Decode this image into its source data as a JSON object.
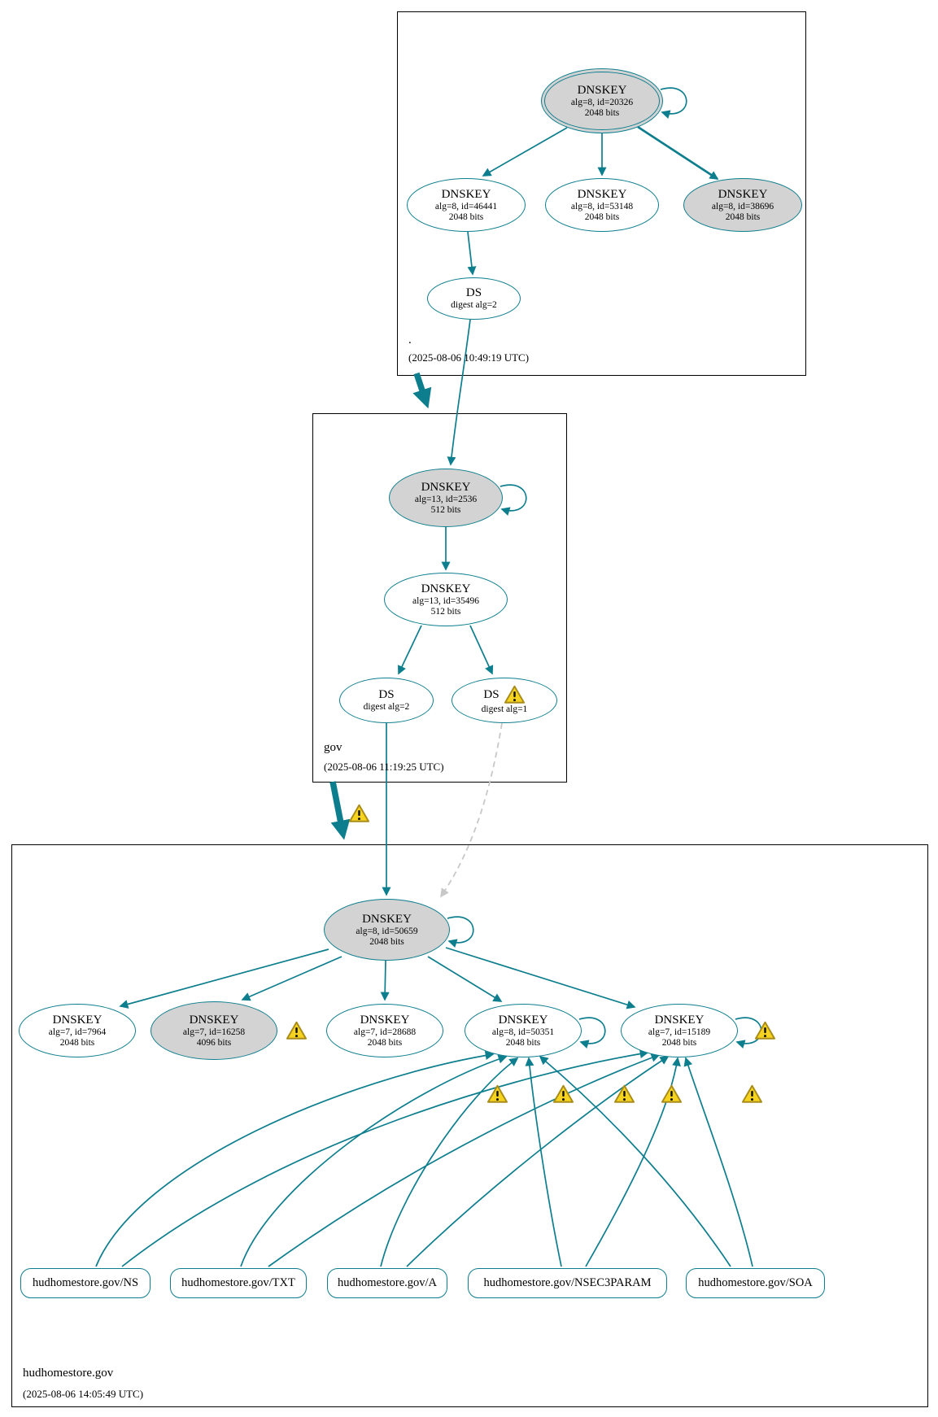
{
  "zones": {
    "root": {
      "label": ".",
      "timestamp": "(2025-08-06 10:49:19 UTC)"
    },
    "gov": {
      "label": "gov",
      "timestamp": "(2025-08-06 11:19:25 UTC)"
    },
    "hud": {
      "label": "hudhomestore.gov",
      "timestamp": "(2025-08-06 14:05:49 UTC)"
    }
  },
  "nodes": {
    "root_ksk": {
      "title": "DNSKEY",
      "line1": "alg=8, id=20326",
      "line2": "2048 bits"
    },
    "root_key_46441": {
      "title": "DNSKEY",
      "line1": "alg=8, id=46441",
      "line2": "2048 bits"
    },
    "root_key_53148": {
      "title": "DNSKEY",
      "line1": "alg=8, id=53148",
      "line2": "2048 bits"
    },
    "root_key_38696": {
      "title": "DNSKEY",
      "line1": "alg=8, id=38696",
      "line2": "2048 bits"
    },
    "root_ds": {
      "title": "DS",
      "line1": "digest alg=2"
    },
    "gov_ksk": {
      "title": "DNSKEY",
      "line1": "alg=13, id=2536",
      "line2": "512 bits"
    },
    "gov_zsk": {
      "title": "DNSKEY",
      "line1": "alg=13, id=35496",
      "line2": "512 bits"
    },
    "gov_ds_alg2": {
      "title": "DS",
      "line1": "digest alg=2"
    },
    "gov_ds_alg1": {
      "title": "DS",
      "line1": "digest alg=1"
    },
    "hud_ksk": {
      "title": "DNSKEY",
      "line1": "alg=8, id=50659",
      "line2": "2048 bits"
    },
    "hud_key_7964": {
      "title": "DNSKEY",
      "line1": "alg=7, id=7964",
      "line2": "2048 bits"
    },
    "hud_key_16258": {
      "title": "DNSKEY",
      "line1": "alg=7, id=16258",
      "line2": "4096 bits"
    },
    "hud_key_28688": {
      "title": "DNSKEY",
      "line1": "alg=7, id=28688",
      "line2": "2048 bits"
    },
    "hud_key_50351": {
      "title": "DNSKEY",
      "line1": "alg=8, id=50351",
      "line2": "2048 bits"
    },
    "hud_key_15189": {
      "title": "DNSKEY",
      "line1": "alg=7, id=15189",
      "line2": "2048 bits"
    }
  },
  "rrsets": {
    "ns": {
      "label": "hudhomestore.gov/NS"
    },
    "txt": {
      "label": "hudhomestore.gov/TXT"
    },
    "a": {
      "label": "hudhomestore.gov/A"
    },
    "nsec3param": {
      "label": "hudhomestore.gov/NSEC3PARAM"
    },
    "soa": {
      "label": "hudhomestore.gov/SOA"
    }
  },
  "colors": {
    "secure_edge": "#0d7e8e",
    "ksk_fill": "#d3d3d3",
    "warning_fill": "#f5d31f",
    "warning_border": "#a98c1a",
    "insecure_edge": "#c8c8c8",
    "zone_border": "#000000"
  }
}
